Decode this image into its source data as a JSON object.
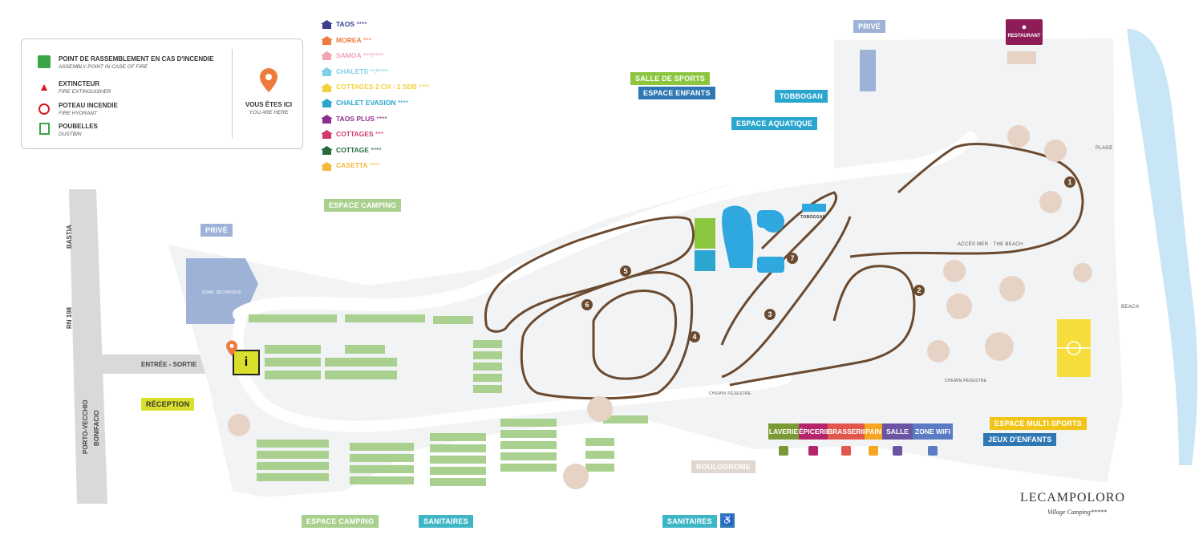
{
  "legend": {
    "rows": [
      {
        "main": "POINT DE RASSEMBLEMENT EN CAS D'INCENDIE",
        "sub": "ASSEMBLY POINT IN CASE OF FIRE"
      },
      {
        "main": "EXTINCTEUR",
        "sub": "FIRE EXTINGUISHER"
      },
      {
        "main": "POTEAU INCENDIE",
        "sub": "FIRE HYDRANT"
      },
      {
        "main": "POUBELLES",
        "sub": "DUSTBIN"
      }
    ],
    "here_main": "VOUS ÊTES ICI",
    "here_sub": "YOU ARE HERE"
  },
  "categories": [
    {
      "name": "TAOS",
      "stars": "****",
      "color": "#3a3f8f"
    },
    {
      "name": "MOREA",
      "stars": "***",
      "color": "#ee7a3b"
    },
    {
      "name": "SAMOA",
      "stars": "***/****",
      "color": "#f4a3b4"
    },
    {
      "name": "CHALETS",
      "stars": "**/****",
      "color": "#7fd0e6"
    },
    {
      "name": "COTTAGES 2 CH - 2 SDB",
      "stars": "****",
      "color": "#f2d23a"
    },
    {
      "name": "CHALET EVASION",
      "stars": "****",
      "color": "#2aa6cf"
    },
    {
      "name": "TAOS PLUS",
      "stars": "****",
      "color": "#8e2f8f"
    },
    {
      "name": "COTTAGES",
      "stars": "***",
      "color": "#d2396a"
    },
    {
      "name": "COTTAGE",
      "stars": "****",
      "color": "#256b3c"
    },
    {
      "name": "CASETTA",
      "stars": "****",
      "color": "#f6b63a"
    }
  ],
  "zones": {
    "prive_top": "PRIVÉ",
    "prive_left": "PRIVÉ",
    "restaurant": "RESTAURANT",
    "salle_sports": "SALLE DE SPORTS",
    "espace_enfants": "ESPACE ENFANTS",
    "tobbogan": "TOBBOGAN",
    "espace_aquatique": "ESPACE AQUATIQUE",
    "espace_camping_top": "ESPACE CAMPING",
    "espace_camping_bottom": "ESPACE CAMPING",
    "reception": "RÉCEPTION",
    "sanitaires_left": "SANITAIRES",
    "sanitaires_right": "SANITAIRES",
    "boulodrome": "BOULODROME",
    "espace_multi_sports": "ESPACE MULTI SPORTS",
    "jeux_enfants": "JEUX D'ENFANTS",
    "zone_technique": "ZONE TECHNIQUE",
    "toboggan_small": "TOBOGGAN",
    "plage": "PLAGE",
    "beach": "BEACH",
    "acces_mer": "ACCÈS MER · THE BEACH",
    "chemin_pedestre_1": "CHEMIN PÉDESTRE",
    "chemin_pedestre_2": "CHEMIN PÉDESTRE"
  },
  "roads": {
    "bastia": "BASTIA",
    "rn": "RN 198",
    "porto": "PORTO-VECCHIO",
    "bonifacio": "BONIFACIO",
    "entree": "ENTRÉE - SORTIE"
  },
  "services": [
    {
      "label": "LAVERIE",
      "color": "#7a9a35"
    },
    {
      "label": "ÉPICERIE",
      "color": "#b5256c"
    },
    {
      "label": "BRASSERIE",
      "color": "#e2574c"
    },
    {
      "label": "PAIN",
      "color": "#f6a623"
    },
    {
      "label": "SALLE TV",
      "color": "#6a54a3"
    },
    {
      "label": "ZONE WIFI",
      "color": "#5b7cc4"
    }
  ],
  "tracks": [
    "1",
    "2",
    "3",
    "4",
    "5",
    "6",
    "7"
  ],
  "brand": {
    "logo": "LECAMPOLORO",
    "tagline": "Village Camping*****"
  },
  "colors": {
    "road": "#d9d9d9",
    "path": "#6b4a2f",
    "hydrant": "#d71920",
    "camping_green": "#a9d08e",
    "water": "#2fa8e0",
    "sea": "#c8e6f6"
  }
}
